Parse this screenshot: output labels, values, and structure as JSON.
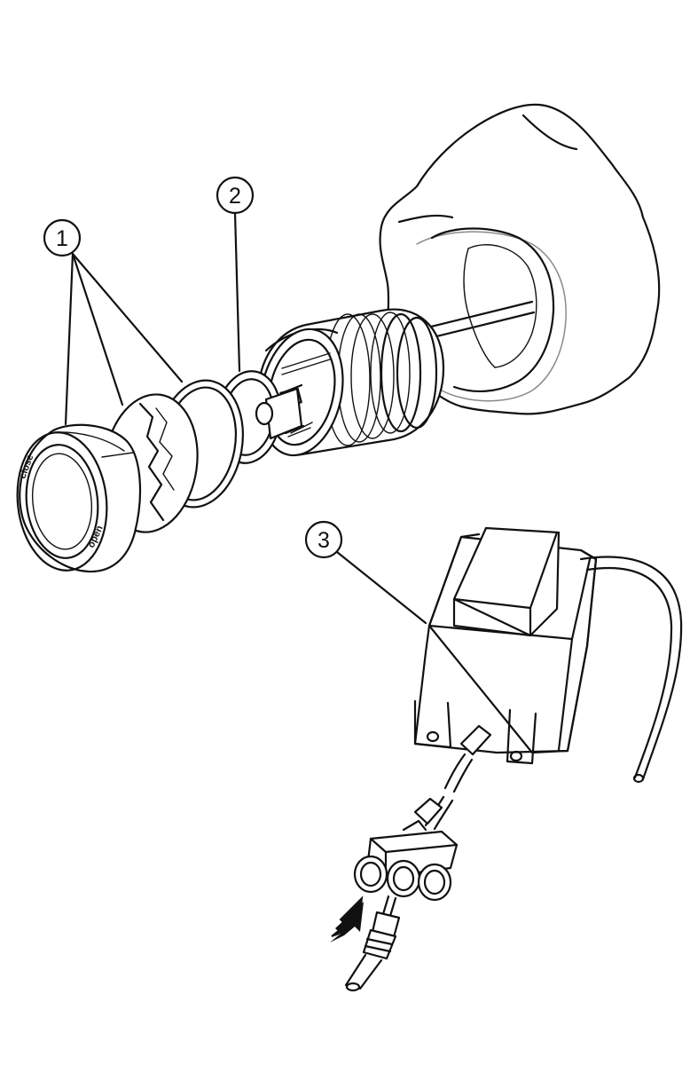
{
  "callouts": [
    {
      "number": "1"
    },
    {
      "number": "2"
    },
    {
      "number": "3"
    }
  ],
  "ring_labels": {
    "close": "close",
    "open": "open"
  },
  "colors": {
    "line": "#111111",
    "stone_inner": "#8a8a8a",
    "background": "#ffffff"
  },
  "icons": [
    "insert-arrow-icon"
  ]
}
